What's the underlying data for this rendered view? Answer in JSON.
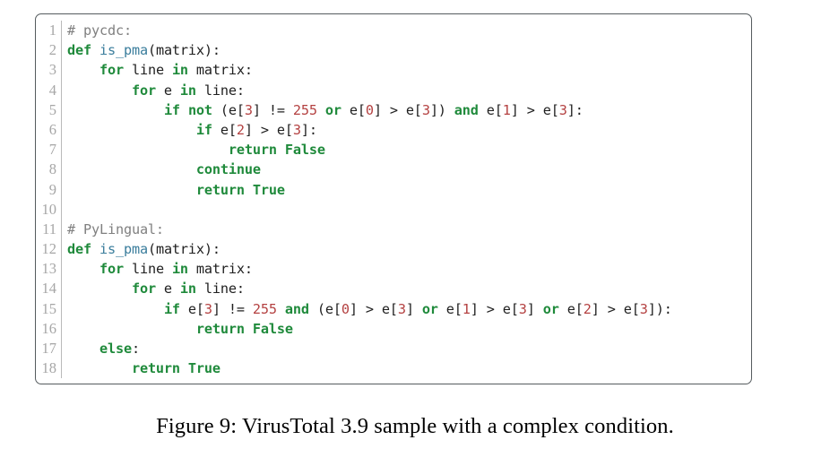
{
  "figure": {
    "caption": "Figure 9: VirusTotal 3.9 sample with a complex condition."
  },
  "colors": {
    "frame_border": "#555b5e",
    "gutter_rule": "#b9b9b9",
    "line_number": "#a6a6a6",
    "background": "#ffffff",
    "comment": "#808080",
    "keyword": "#1f8a3b",
    "function_name": "#3a7d9c",
    "number": "#b44141",
    "plain_text": "#202020"
  },
  "code": {
    "language": "python",
    "line_numbers": [
      "1",
      "2",
      "3",
      "4",
      "5",
      "6",
      "7",
      "8",
      "9",
      "10",
      "11",
      "12",
      "13",
      "14",
      "15",
      "16",
      "17",
      "18"
    ],
    "lines": [
      {
        "n": "1",
        "text": "# pycdc:",
        "tokens": [
          {
            "t": "# pycdc:",
            "c": "comment"
          }
        ]
      },
      {
        "n": "2",
        "text": "def is_pma(matrix):",
        "tokens": [
          {
            "t": "def",
            "c": "keyword"
          },
          {
            "t": " ",
            "c": "plain"
          },
          {
            "t": "is_pma",
            "c": "func"
          },
          {
            "t": "(matrix):",
            "c": "plain"
          }
        ]
      },
      {
        "n": "3",
        "text": "    for line in matrix:",
        "tokens": [
          {
            "t": "    ",
            "c": "plain"
          },
          {
            "t": "for",
            "c": "keyword"
          },
          {
            "t": " line ",
            "c": "plain"
          },
          {
            "t": "in",
            "c": "keyword"
          },
          {
            "t": " matrix:",
            "c": "plain"
          }
        ]
      },
      {
        "n": "4",
        "text": "        for e in line:",
        "tokens": [
          {
            "t": "        ",
            "c": "plain"
          },
          {
            "t": "for",
            "c": "keyword"
          },
          {
            "t": " e ",
            "c": "plain"
          },
          {
            "t": "in",
            "c": "keyword"
          },
          {
            "t": " line:",
            "c": "plain"
          }
        ]
      },
      {
        "n": "5",
        "text": "            if not (e[3] != 255 or e[0] > e[3]) and e[1] > e[3]:",
        "tokens": [
          {
            "t": "            ",
            "c": "plain"
          },
          {
            "t": "if",
            "c": "keyword"
          },
          {
            "t": " ",
            "c": "plain"
          },
          {
            "t": "not",
            "c": "keyword"
          },
          {
            "t": " (e[",
            "c": "plain"
          },
          {
            "t": "3",
            "c": "number"
          },
          {
            "t": "] != ",
            "c": "plain"
          },
          {
            "t": "255",
            "c": "number"
          },
          {
            "t": " ",
            "c": "plain"
          },
          {
            "t": "or",
            "c": "keyword"
          },
          {
            "t": " e[",
            "c": "plain"
          },
          {
            "t": "0",
            "c": "number"
          },
          {
            "t": "] > e[",
            "c": "plain"
          },
          {
            "t": "3",
            "c": "number"
          },
          {
            "t": "]) ",
            "c": "plain"
          },
          {
            "t": "and",
            "c": "keyword"
          },
          {
            "t": " e[",
            "c": "plain"
          },
          {
            "t": "1",
            "c": "number"
          },
          {
            "t": "] > e[",
            "c": "plain"
          },
          {
            "t": "3",
            "c": "number"
          },
          {
            "t": "]:",
            "c": "plain"
          }
        ]
      },
      {
        "n": "6",
        "text": "                if e[2] > e[3]:",
        "tokens": [
          {
            "t": "                ",
            "c": "plain"
          },
          {
            "t": "if",
            "c": "keyword"
          },
          {
            "t": " e[",
            "c": "plain"
          },
          {
            "t": "2",
            "c": "number"
          },
          {
            "t": "] > e[",
            "c": "plain"
          },
          {
            "t": "3",
            "c": "number"
          },
          {
            "t": "]:",
            "c": "plain"
          }
        ]
      },
      {
        "n": "7",
        "text": "                    return False",
        "tokens": [
          {
            "t": "                    ",
            "c": "plain"
          },
          {
            "t": "return",
            "c": "keyword"
          },
          {
            "t": " ",
            "c": "plain"
          },
          {
            "t": "False",
            "c": "kwconst"
          }
        ]
      },
      {
        "n": "8",
        "text": "                continue",
        "tokens": [
          {
            "t": "                ",
            "c": "plain"
          },
          {
            "t": "continue",
            "c": "keyword"
          }
        ]
      },
      {
        "n": "9",
        "text": "                return True",
        "tokens": [
          {
            "t": "                ",
            "c": "plain"
          },
          {
            "t": "return",
            "c": "keyword"
          },
          {
            "t": " ",
            "c": "plain"
          },
          {
            "t": "True",
            "c": "kwconst"
          }
        ]
      },
      {
        "n": "10",
        "text": "",
        "tokens": [
          {
            "t": "",
            "c": "plain"
          }
        ]
      },
      {
        "n": "11",
        "text": "# PyLingual:",
        "tokens": [
          {
            "t": "# PyLingual:",
            "c": "comment"
          }
        ]
      },
      {
        "n": "12",
        "text": "def is_pma(matrix):",
        "tokens": [
          {
            "t": "def",
            "c": "keyword"
          },
          {
            "t": " ",
            "c": "plain"
          },
          {
            "t": "is_pma",
            "c": "func"
          },
          {
            "t": "(matrix):",
            "c": "plain"
          }
        ]
      },
      {
        "n": "13",
        "text": "    for line in matrix:",
        "tokens": [
          {
            "t": "    ",
            "c": "plain"
          },
          {
            "t": "for",
            "c": "keyword"
          },
          {
            "t": " line ",
            "c": "plain"
          },
          {
            "t": "in",
            "c": "keyword"
          },
          {
            "t": " matrix:",
            "c": "plain"
          }
        ]
      },
      {
        "n": "14",
        "text": "        for e in line:",
        "tokens": [
          {
            "t": "        ",
            "c": "plain"
          },
          {
            "t": "for",
            "c": "keyword"
          },
          {
            "t": " e ",
            "c": "plain"
          },
          {
            "t": "in",
            "c": "keyword"
          },
          {
            "t": " line:",
            "c": "plain"
          }
        ]
      },
      {
        "n": "15",
        "text": "            if e[3] != 255 and (e[0] > e[3] or e[1] > e[3] or e[2] > e[3]):",
        "tokens": [
          {
            "t": "            ",
            "c": "plain"
          },
          {
            "t": "if",
            "c": "keyword"
          },
          {
            "t": " e[",
            "c": "plain"
          },
          {
            "t": "3",
            "c": "number"
          },
          {
            "t": "] != ",
            "c": "plain"
          },
          {
            "t": "255",
            "c": "number"
          },
          {
            "t": " ",
            "c": "plain"
          },
          {
            "t": "and",
            "c": "keyword"
          },
          {
            "t": " (e[",
            "c": "plain"
          },
          {
            "t": "0",
            "c": "number"
          },
          {
            "t": "] > e[",
            "c": "plain"
          },
          {
            "t": "3",
            "c": "number"
          },
          {
            "t": "] ",
            "c": "plain"
          },
          {
            "t": "or",
            "c": "keyword"
          },
          {
            "t": " e[",
            "c": "plain"
          },
          {
            "t": "1",
            "c": "number"
          },
          {
            "t": "] > e[",
            "c": "plain"
          },
          {
            "t": "3",
            "c": "number"
          },
          {
            "t": "] ",
            "c": "plain"
          },
          {
            "t": "or",
            "c": "keyword"
          },
          {
            "t": " e[",
            "c": "plain"
          },
          {
            "t": "2",
            "c": "number"
          },
          {
            "t": "] > e[",
            "c": "plain"
          },
          {
            "t": "3",
            "c": "number"
          },
          {
            "t": "]):",
            "c": "plain"
          }
        ]
      },
      {
        "n": "16",
        "text": "                return False",
        "tokens": [
          {
            "t": "                ",
            "c": "plain"
          },
          {
            "t": "return",
            "c": "keyword"
          },
          {
            "t": " ",
            "c": "plain"
          },
          {
            "t": "False",
            "c": "kwconst"
          }
        ]
      },
      {
        "n": "17",
        "text": "    else:",
        "tokens": [
          {
            "t": "    ",
            "c": "plain"
          },
          {
            "t": "else",
            "c": "keyword"
          },
          {
            "t": ":",
            "c": "plain"
          }
        ]
      },
      {
        "n": "18",
        "text": "        return True",
        "tokens": [
          {
            "t": "        ",
            "c": "plain"
          },
          {
            "t": "return",
            "c": "keyword"
          },
          {
            "t": " ",
            "c": "plain"
          },
          {
            "t": "True",
            "c": "kwconst"
          }
        ]
      }
    ]
  }
}
